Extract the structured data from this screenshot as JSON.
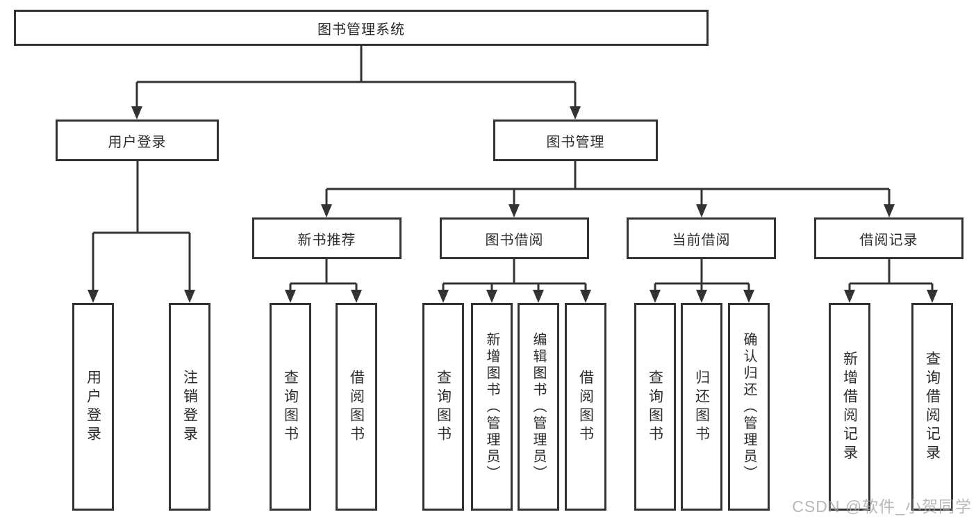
{
  "diagram": {
    "root": {
      "label": "图书管理系统"
    },
    "level2": [
      {
        "label": "用户登录"
      },
      {
        "label": "图书管理"
      }
    ],
    "level3": [
      {
        "label": "新书推荐"
      },
      {
        "label": "图书借阅"
      },
      {
        "label": "当前借阅"
      },
      {
        "label": "借阅记录"
      }
    ],
    "leaves": [
      {
        "label": "用户登录"
      },
      {
        "label": "注销登录"
      },
      {
        "label": "查询图书"
      },
      {
        "label": "借阅图书"
      },
      {
        "label": "查询图书"
      },
      {
        "label": "新增图书（管理员）"
      },
      {
        "label": "编辑图书（管理员）"
      },
      {
        "label": "借阅图书"
      },
      {
        "label": "查询图书"
      },
      {
        "label": "归还图书"
      },
      {
        "label": "确认归还（管理员）"
      },
      {
        "label": "新增借阅记录"
      },
      {
        "label": "查询借阅记录"
      }
    ]
  },
  "watermark": "CSDN @软件_小贺同学",
  "colors": {
    "line": "#333333",
    "border": "#333333",
    "text": "#2b2b2b",
    "watermark": "#a0a0a0"
  }
}
